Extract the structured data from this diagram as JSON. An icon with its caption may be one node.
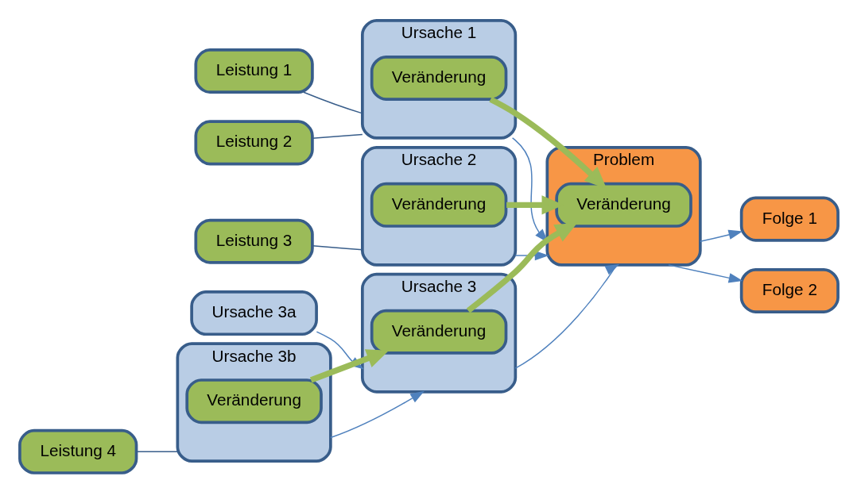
{
  "diagram": {
    "nodes": [
      {
        "text": [
          "Leistung 1"
        ]
      },
      {
        "text": [
          "Leistung 2"
        ]
      },
      {
        "text": [
          "Ursache 1"
        ]
      },
      {
        "text": [
          "Veränderung"
        ],
        "in": 2
      },
      {
        "text": [
          "Leistung 3"
        ]
      },
      {
        "text": [
          "Ursache 2"
        ]
      },
      {
        "text": [
          "Veränderung"
        ],
        "in": 5
      },
      {
        "text": [
          "Ursache 3a"
        ]
      },
      {
        "text": [
          "Ursache 3"
        ]
      },
      {
        "text": [
          "Veränderung"
        ],
        "in": 8
      },
      {
        "text": [
          "Ursache 3b"
        ]
      },
      {
        "text": [
          "Veränderung"
        ],
        "in": 10
      },
      {
        "text": [
          "Leistung 4"
        ]
      },
      {
        "text": [
          "Problem"
        ]
      },
      {
        "text": [
          "Veränderung"
        ],
        "in": 13
      },
      {
        "text": [
          "Folge 1"
        ]
      },
      {
        "text": [
          "Folge 2"
        ]
      }
    ],
    "edges": [
      {
        "from": 0,
        "to": 2,
        "arrow": "none",
        "color": "#385d8a"
      },
      {
        "from": 1,
        "to": 2,
        "arrow": "none",
        "color": "#385d8a"
      },
      {
        "from": 4,
        "to": 5,
        "arrow": "none",
        "color": "#385d8a"
      },
      {
        "from": 12,
        "to": 10,
        "arrow": "none",
        "color": "#385d8a"
      },
      {
        "from": 7,
        "to": 8,
        "arrow": "to"
      },
      {
        "from": 10,
        "to": 8,
        "arrow": "to"
      },
      {
        "from": 11,
        "to": 9,
        "arrow": "to",
        "style": "thick",
        "color": "#9bbb59"
      },
      {
        "from": 2,
        "to": 13,
        "arrow": "to"
      },
      {
        "from": 5,
        "to": 13,
        "arrow": "to"
      },
      {
        "from": 8,
        "to": 13,
        "arrow": "to"
      },
      {
        "from": 3,
        "to": 14,
        "arrow": "to",
        "style": "thick",
        "color": "#9bbb59"
      },
      {
        "from": 6,
        "to": 14,
        "arrow": "to",
        "style": "thick",
        "color": "#9bbb59"
      },
      {
        "from": 9,
        "to": 14,
        "arrow": "to",
        "style": "thick",
        "color": "#9bbb59"
      },
      {
        "from": 13,
        "to": 15,
        "arrow": "to"
      },
      {
        "from": 13,
        "to": 16,
        "arrow": "to"
      }
    ]
  }
}
